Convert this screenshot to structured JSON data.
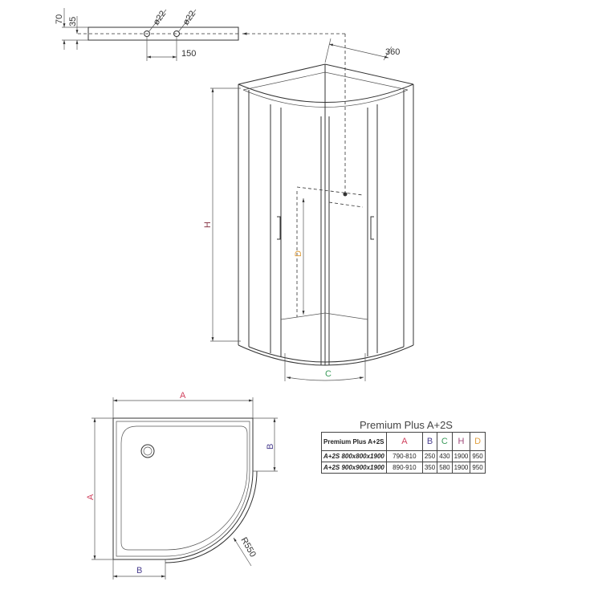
{
  "pipe_detail": {
    "dim_height": "70",
    "dim_center": "35",
    "hole_1": "ø22",
    "hole_2": "ø22",
    "hole_spacing": "150"
  },
  "elevation": {
    "dim_offset": "360",
    "label_h": "H",
    "label_d": "D",
    "label_c": "C"
  },
  "plan": {
    "label_a_top": "A",
    "label_a_left": "A",
    "label_b_right": "B",
    "label_b_bottom": "B",
    "label_radius": "R550"
  },
  "table": {
    "title": "Premium Plus A+2S",
    "headers": [
      "Premium Plus A+2S",
      "A",
      "B",
      "C",
      "H",
      "D"
    ],
    "header_colors": [
      "#222222",
      "#d0415e",
      "#4a3f8f",
      "#3a9a5a",
      "#a04a7a",
      "#e0a040"
    ],
    "rows": [
      [
        "A+2S 800x800x1900",
        "790-810",
        "250",
        "430",
        "1900",
        "950"
      ],
      [
        "A+2S 900x900x1900",
        "890-910",
        "350",
        "580",
        "1900",
        "950"
      ]
    ]
  },
  "colors": {
    "A": "#d0415e",
    "B": "#4a3f8f",
    "C": "#3a9a5a",
    "H": "#8a3a4a",
    "D": "#e0a040"
  }
}
